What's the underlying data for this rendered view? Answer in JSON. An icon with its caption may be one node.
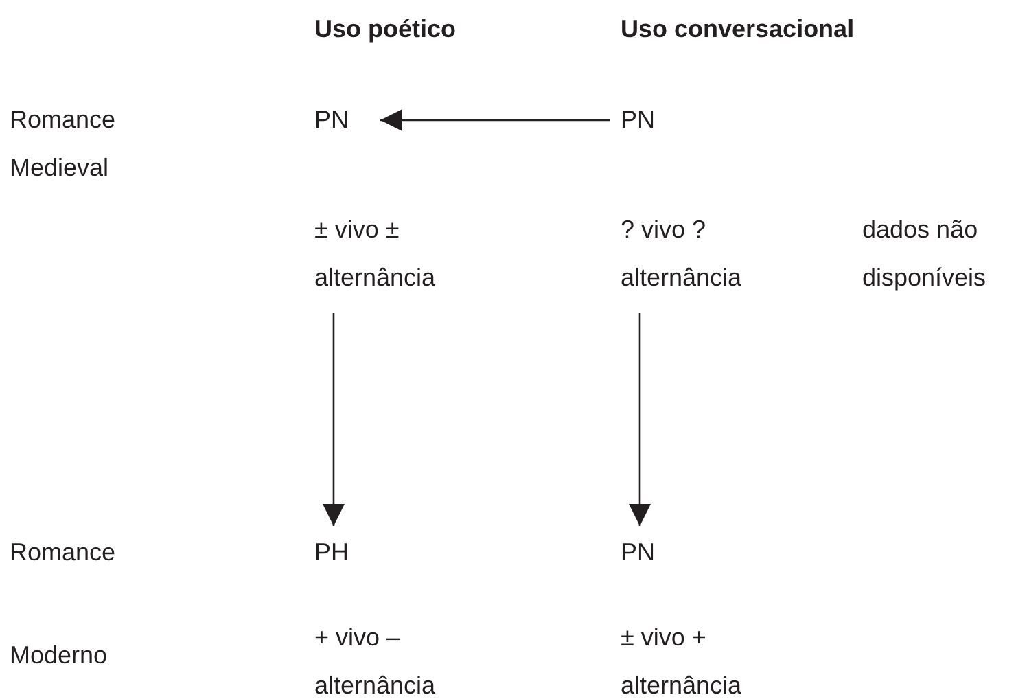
{
  "diagram": {
    "nodes": [
      {
        "text": [
          "PN"
        ]
      },
      {
        "text": [
          "PN"
        ]
      },
      {
        "text": [
          "± vivo ± alternância"
        ]
      },
      {
        "text": [
          "? vivo ? alternância"
        ]
      },
      {
        "text": [
          "PH"
        ]
      },
      {
        "text": [
          "PN"
        ]
      }
    ],
    "edges": [
      {
        "from": 1,
        "to": 0,
        "arrow": "to"
      },
      {
        "from": 2,
        "to": 4,
        "arrow": "to"
      },
      {
        "from": 3,
        "to": 5,
        "arrow": "to"
      }
    ],
    "labels": [
      "Uso poético",
      "Uso conversacional",
      "Romance Medieval",
      "dados não disponíveis",
      "Romance",
      "Moderno",
      "+ vivo – alternância",
      "± vivo + alternância"
    ]
  }
}
